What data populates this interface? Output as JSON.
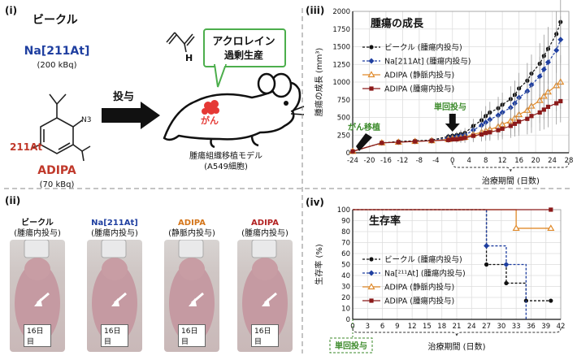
{
  "panels": {
    "i": {
      "label": "(i)",
      "vehicle_title": "ビークル",
      "compound1_name": "Na[211At]",
      "compound1_dose": "(200 kBq)",
      "compound2_name": "ADIPA",
      "compound2_dose": "(70 kBq)",
      "molecule_at_label": "211At",
      "molecule_n3_label": "N3",
      "arrow_label": "投与",
      "acrolein_label_line1": "アクロレイン",
      "acrolein_label_line2": "過剰生産",
      "acrolein_h_label": "H",
      "cancer_label": "がん",
      "model_line1": "腫瘍組織移植モデル",
      "model_line2": "(A549細胞)",
      "colors": {
        "na_text": "#1f3fa0",
        "adipa_text": "#c0392b",
        "cancer": "#e53935",
        "bubble_border": "#4cae4c"
      }
    },
    "ii": {
      "label": "(ii)",
      "photos": [
        {
          "title": "ビークル",
          "sub": "(腫瘍内投与)",
          "day": "16日目",
          "color": "#111111"
        },
        {
          "title": "Na[211At]",
          "sub": "(腫瘍内投与)",
          "day": "16日目",
          "color": "#1f3fa0"
        },
        {
          "title": "ADIPA",
          "sub": "(静脈内投与)",
          "day": "16日目",
          "color": "#d4751a"
        },
        {
          "title": "ADIPA",
          "sub": "(腫瘍内投与)",
          "day": "16日目",
          "color": "#b22222"
        }
      ]
    },
    "iii": {
      "label": "(iii)",
      "annotation_engraft": "がん移植",
      "annotation_dose": "単回投与",
      "treatment_period_label": "治療期間 (日数)"
    },
    "iv": {
      "label": "(iv)",
      "annotation_dose": "単回投与",
      "treatment_period_label": "治療期間 (日数)"
    }
  },
  "chart_data": [
    {
      "type": "line",
      "title": "腫瘍の成長",
      "xlabel": "治療期間 (日数)",
      "ylabel": "腫瘍の成長 (mm³)",
      "xlim": [
        -24,
        28
      ],
      "ylim": [
        0,
        2000
      ],
      "x_ticks": [
        -24,
        -20,
        -16,
        -12,
        -8,
        -4,
        0,
        4,
        8,
        12,
        16,
        20,
        24,
        28
      ],
      "y_ticks": [
        0,
        250,
        500,
        750,
        1000,
        1250,
        1500,
        1750,
        2000
      ],
      "grid": true,
      "legend_position": "top-left",
      "series": [
        {
          "name": "ビークル (腫瘍内投与)",
          "color": "#111111",
          "marker": "circle",
          "dashed": true,
          "x": [
            -24,
            -17,
            -13,
            -9,
            -5,
            -1,
            0,
            1,
            2,
            3,
            5,
            7,
            8,
            9,
            11,
            12,
            14,
            15,
            16,
            18,
            19,
            21,
            22,
            23,
            25,
            26
          ],
          "y": [
            20,
            140,
            160,
            170,
            180,
            230,
            240,
            250,
            265,
            280,
            380,
            460,
            520,
            570,
            630,
            680,
            760,
            820,
            910,
            1020,
            1120,
            1260,
            1370,
            1470,
            1680,
            1850
          ],
          "err": [
            0,
            30,
            30,
            30,
            40,
            40,
            40,
            50,
            60,
            70,
            100,
            130,
            140,
            150,
            160,
            170,
            180,
            200,
            220,
            250,
            270,
            290,
            300,
            310,
            320,
            320
          ]
        },
        {
          "name": "Na[211At] (腫瘍内投与)",
          "color": "#1f3fa0",
          "marker": "diamond",
          "dashed": true,
          "x": [
            -24,
            -17,
            -13,
            -9,
            -5,
            -1,
            0,
            1,
            2,
            3,
            5,
            7,
            8,
            9,
            11,
            12,
            14,
            15,
            16,
            18,
            19,
            21,
            22,
            23,
            25,
            26
          ],
          "y": [
            20,
            140,
            150,
            160,
            170,
            210,
            220,
            230,
            240,
            250,
            320,
            390,
            430,
            470,
            530,
            570,
            640,
            700,
            780,
            870,
            960,
            1080,
            1180,
            1280,
            1450,
            1600
          ],
          "err": [
            0,
            30,
            30,
            30,
            40,
            40,
            40,
            50,
            60,
            70,
            90,
            110,
            120,
            130,
            150,
            160,
            180,
            200,
            220,
            240,
            260,
            280,
            300,
            310,
            320,
            330
          ]
        },
        {
          "name": "ADIPA (静脈内投与)",
          "color": "#e08a2a",
          "marker": "triangle-open",
          "dashed": false,
          "x": [
            -24,
            -17,
            -13,
            -9,
            -5,
            -1,
            0,
            1,
            2,
            3,
            5,
            7,
            8,
            9,
            11,
            12,
            14,
            15,
            16,
            18,
            19,
            21,
            22,
            23,
            25,
            26
          ],
          "y": [
            20,
            140,
            150,
            160,
            170,
            190,
            200,
            200,
            210,
            220,
            260,
            290,
            310,
            330,
            370,
            400,
            450,
            490,
            540,
            600,
            660,
            740,
            800,
            860,
            950,
            1000
          ],
          "err": [
            0,
            30,
            30,
            30,
            40,
            40,
            40,
            50,
            60,
            70,
            90,
            110,
            120,
            140,
            160,
            180,
            200,
            220,
            250,
            280,
            300,
            320,
            330,
            340,
            360,
            380
          ]
        },
        {
          "name": "ADIPA (腫瘍内投与)",
          "color": "#8b1a1a",
          "marker": "square",
          "dashed": false,
          "x": [
            -24,
            -17,
            -13,
            -9,
            -5,
            -1,
            0,
            1,
            2,
            3,
            5,
            7,
            8,
            9,
            11,
            12,
            14,
            15,
            16,
            18,
            19,
            21,
            22,
            23,
            25,
            26
          ],
          "y": [
            20,
            140,
            150,
            160,
            170,
            180,
            190,
            190,
            200,
            210,
            240,
            260,
            280,
            290,
            320,
            340,
            380,
            410,
            440,
            480,
            520,
            570,
            610,
            650,
            700,
            730
          ],
          "err": [
            0,
            30,
            30,
            30,
            40,
            40,
            40,
            50,
            60,
            70,
            90,
            100,
            110,
            120,
            140,
            150,
            170,
            180,
            200,
            220,
            240,
            260,
            280,
            290,
            300,
            300
          ]
        }
      ]
    },
    {
      "type": "line",
      "title": "生存率",
      "xlabel": "治療期間 (日数)",
      "ylabel": "生存率 (%)",
      "xlim": [
        0,
        42
      ],
      "ylim": [
        0,
        100
      ],
      "x_ticks": [
        0,
        3,
        6,
        9,
        12,
        15,
        18,
        21,
        24,
        27,
        30,
        33,
        36,
        39,
        42
      ],
      "y_ticks": [
        0,
        10,
        20,
        30,
        40,
        50,
        60,
        70,
        80,
        90,
        100
      ],
      "grid": true,
      "step": true,
      "legend_position": "left-center",
      "series": [
        {
          "name": "ビークル (腫瘍内投与)",
          "color": "#111111",
          "marker": "circle",
          "dashed": true,
          "x": [
            0,
            27,
            31,
            35,
            40
          ],
          "y": [
            100,
            50,
            33,
            17,
            17
          ],
          "marked": [
            false,
            true,
            true,
            true,
            true
          ]
        },
        {
          "name": "Na[²¹¹At] (腫瘍内投与)",
          "color": "#1f3fa0",
          "marker": "diamond",
          "dashed": true,
          "x": [
            0,
            27,
            31,
            35
          ],
          "y": [
            100,
            67,
            50,
            0
          ],
          "marked": [
            false,
            true,
            true,
            false
          ]
        },
        {
          "name": "ADIPA (静脈内投与)",
          "color": "#e08a2a",
          "marker": "triangle-open",
          "dashed": false,
          "x": [
            0,
            33,
            40
          ],
          "y": [
            100,
            83,
            83
          ],
          "marked": [
            false,
            true,
            true
          ]
        },
        {
          "name": "ADIPA (腫瘍内投与)",
          "color": "#8b1a1a",
          "marker": "square",
          "dashed": false,
          "x": [
            0,
            40
          ],
          "y": [
            100,
            100
          ],
          "marked": [
            false,
            true
          ]
        }
      ]
    }
  ]
}
